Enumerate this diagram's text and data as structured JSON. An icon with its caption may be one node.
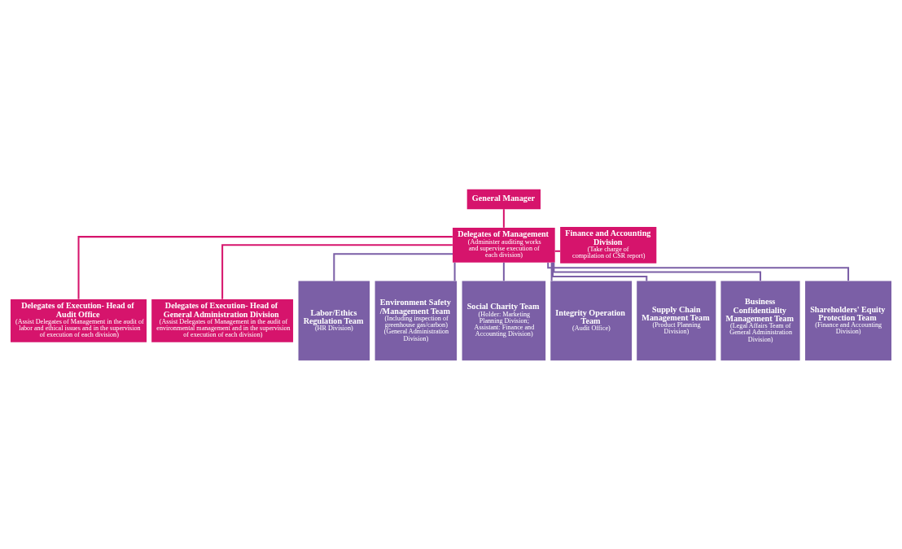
{
  "diagram": {
    "nodes": [
      {
        "text": [
          "General Manager"
        ]
      },
      {
        "text": [
          "Delegates of Management",
          "(Administer auditing works and supervise execution of each division)"
        ]
      },
      {
        "text": [
          "Finance and Accounting Division",
          "(Take charge of compilation of CSR report)"
        ]
      },
      {
        "text": [
          "Delegates of Execution- Head of Audit Office",
          "(Assist Delegates of Management in the audit of labor and ethical issues and in the supervision of execution of each division)"
        ]
      },
      {
        "text": [
          "Delegates of Execution- Head of General Administration Division",
          "(Assist Delegates of Management in the audit of environmental management and in the supervision of execution of each division)"
        ]
      },
      {
        "text": [
          "Labor/Ethics Regulation Team",
          "(HR Division)"
        ]
      },
      {
        "text": [
          "Environment Safety /Management Team",
          "(Including inspection of greenhouse gas/carbon)",
          "(General Administration Division)"
        ]
      },
      {
        "text": [
          "Social Charity Team",
          "(Holder: Marketing Planning Division; Assistant: Finance and Accounting Division)"
        ]
      },
      {
        "text": [
          "Integrity Operation Team",
          "(Audit Office)"
        ]
      },
      {
        "text": [
          "Supply Chain Management Team",
          "(Product Planning Division)"
        ]
      },
      {
        "text": [
          "Business Confidentiality Management Team",
          "(Legal Affairs Team of General Administration Division)"
        ]
      },
      {
        "text": [
          "Shareholders' Equity Protection Team",
          "(Finance and Accounting Division)"
        ]
      }
    ],
    "edges": [
      {
        "from": 0,
        "to": 1,
        "arrow": "none",
        "color": "#d6146c"
      },
      {
        "from": 1,
        "to": 2,
        "arrow": "none",
        "color": "#d6146c"
      },
      {
        "from": 1,
        "to": 3,
        "arrow": "none",
        "color": "#d6146c"
      },
      {
        "from": 1,
        "to": 4,
        "arrow": "none",
        "color": "#d6146c"
      },
      {
        "from": 1,
        "to": 5,
        "arrow": "none"
      },
      {
        "from": 1,
        "to": 6,
        "arrow": "none"
      },
      {
        "from": 1,
        "to": 7,
        "arrow": "none"
      },
      {
        "from": 1,
        "to": 8,
        "arrow": "none"
      },
      {
        "from": 1,
        "to": 9,
        "arrow": "none"
      },
      {
        "from": 1,
        "to": 10,
        "arrow": "none"
      },
      {
        "from": 1,
        "to": 11,
        "arrow": "none"
      }
    ]
  }
}
